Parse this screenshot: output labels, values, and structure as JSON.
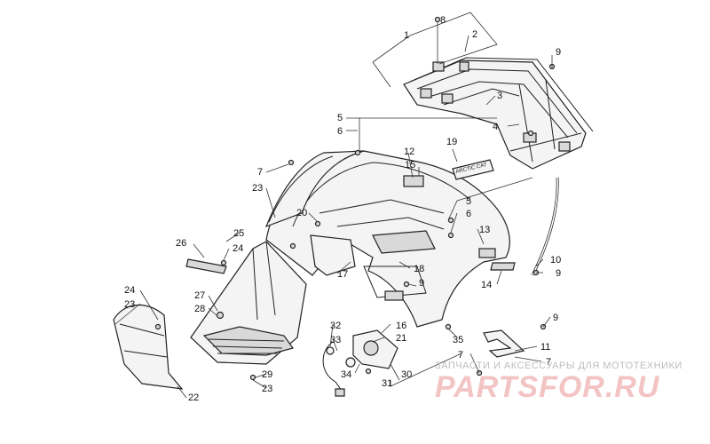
{
  "watermark": {
    "subtitle": "ЗАПЧАСТИ И АКСЕССУАРЫ ДЛЯ МОТОТЕХНИКИ",
    "logo": "PARTSFOR.RU"
  },
  "part_decal_text": "ARCTIC CAT",
  "callouts": [
    {
      "id": "c1",
      "label": "1"
    },
    {
      "id": "c2",
      "label": "2"
    },
    {
      "id": "c3",
      "label": "3"
    },
    {
      "id": "c4",
      "label": "4"
    },
    {
      "id": "c5a",
      "label": "5"
    },
    {
      "id": "c5b",
      "label": "5"
    },
    {
      "id": "c6a",
      "label": "6"
    },
    {
      "id": "c6b",
      "label": "6"
    },
    {
      "id": "c7a",
      "label": "7"
    },
    {
      "id": "c7b",
      "label": "7"
    },
    {
      "id": "c7c",
      "label": "7"
    },
    {
      "id": "c8",
      "label": "8"
    },
    {
      "id": "c9a",
      "label": "9"
    },
    {
      "id": "c9b",
      "label": "9"
    },
    {
      "id": "c9c",
      "label": "9"
    },
    {
      "id": "c9d",
      "label": "9"
    },
    {
      "id": "c10",
      "label": "10"
    },
    {
      "id": "c11",
      "label": "11"
    },
    {
      "id": "c12",
      "label": "12"
    },
    {
      "id": "c13",
      "label": "13"
    },
    {
      "id": "c14",
      "label": "14"
    },
    {
      "id": "c15",
      "label": "15"
    },
    {
      "id": "c16",
      "label": "16"
    },
    {
      "id": "c17",
      "label": "17"
    },
    {
      "id": "c18",
      "label": "18"
    },
    {
      "id": "c19",
      "label": "19"
    },
    {
      "id": "c20",
      "label": "20"
    },
    {
      "id": "c21",
      "label": "21"
    },
    {
      "id": "c22",
      "label": "22"
    },
    {
      "id": "c23a",
      "label": "23"
    },
    {
      "id": "c23b",
      "label": "23"
    },
    {
      "id": "c23c",
      "label": "23"
    },
    {
      "id": "c24a",
      "label": "24"
    },
    {
      "id": "c24b",
      "label": "24"
    },
    {
      "id": "c25",
      "label": "25"
    },
    {
      "id": "c26",
      "label": "26"
    },
    {
      "id": "c27",
      "label": "27"
    },
    {
      "id": "c28",
      "label": "28"
    },
    {
      "id": "c29",
      "label": "29"
    },
    {
      "id": "c30",
      "label": "30"
    },
    {
      "id": "c31",
      "label": "31"
    },
    {
      "id": "c32",
      "label": "32"
    },
    {
      "id": "c33",
      "label": "33"
    },
    {
      "id": "c34",
      "label": "34"
    },
    {
      "id": "c35",
      "label": "35"
    }
  ]
}
